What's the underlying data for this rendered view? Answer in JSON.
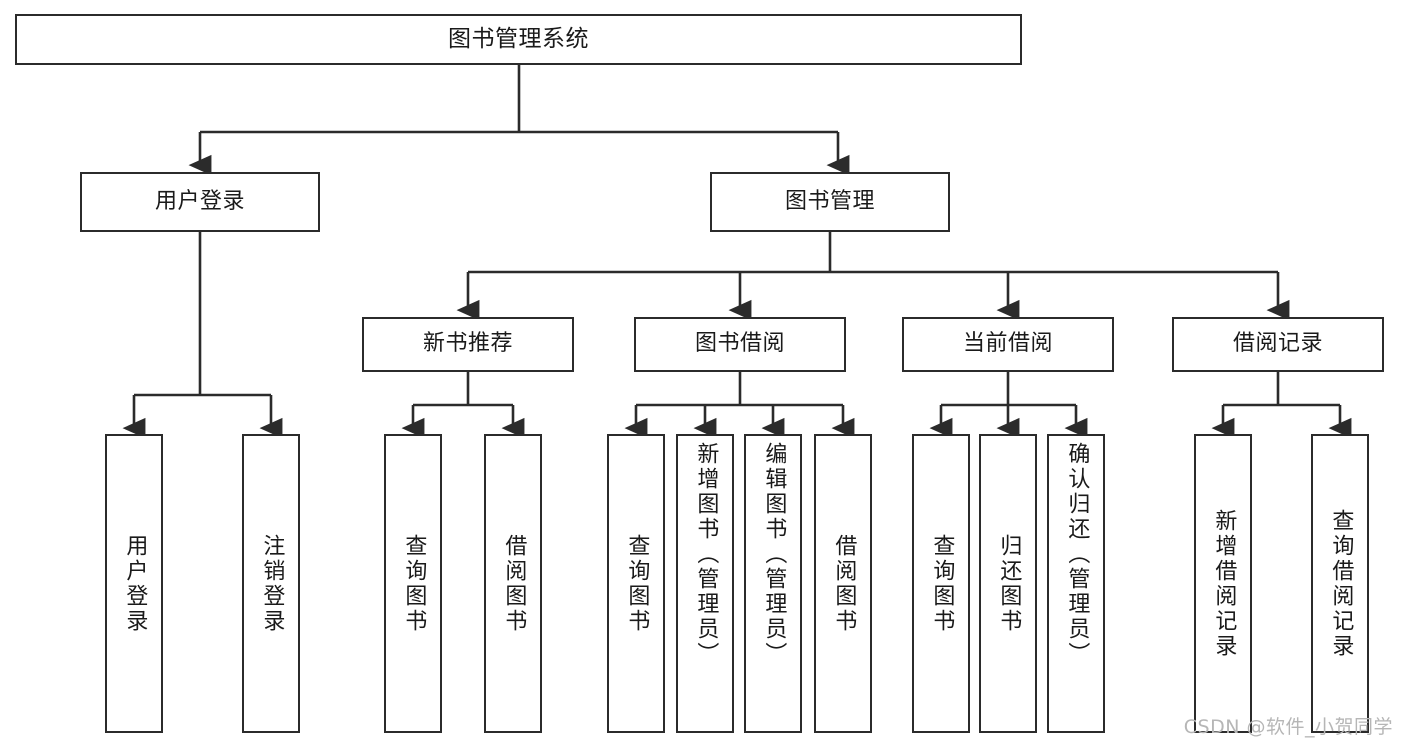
{
  "diagram": {
    "title": "图书管理系统",
    "type": "tree-hierarchy",
    "watermark": "CSDN @软件_小贺同学",
    "colors": {
      "box_border": "#2b2b2b",
      "box_fill": "#ffffff",
      "edge": "#2b2b2b",
      "text": "#1a1a1a",
      "watermark": "#b6b6b6",
      "background": "#ffffff"
    },
    "nodes": {
      "root": {
        "label": "图书管理系统"
      },
      "level2": [
        {
          "id": "user-login",
          "label": "用户登录"
        },
        {
          "id": "book-manage",
          "label": "图书管理"
        }
      ],
      "level3": [
        {
          "id": "new-book-recommend",
          "label": "新书推荐"
        },
        {
          "id": "book-borrow",
          "label": "图书借阅"
        },
        {
          "id": "current-borrow",
          "label": "当前借阅"
        },
        {
          "id": "borrow-record",
          "label": "借阅记录"
        }
      ],
      "leaves": [
        {
          "id": "leaf-user-login",
          "parent": "user-login",
          "label": "用户登录"
        },
        {
          "id": "leaf-logout",
          "parent": "user-login",
          "label": "注销登录"
        },
        {
          "id": "leaf-query-book-1",
          "parent": "new-book-recommend",
          "label": "查询图书"
        },
        {
          "id": "leaf-borrow-book-1",
          "parent": "new-book-recommend",
          "label": "借阅图书"
        },
        {
          "id": "leaf-query-book-2",
          "parent": "book-borrow",
          "label": "查询图书"
        },
        {
          "id": "leaf-add-book",
          "parent": "book-borrow",
          "label": "新增图书（管理员）"
        },
        {
          "id": "leaf-edit-book",
          "parent": "book-borrow",
          "label": "编辑图书（管理员）"
        },
        {
          "id": "leaf-borrow-book-2",
          "parent": "book-borrow",
          "label": "借阅图书"
        },
        {
          "id": "leaf-query-book-3",
          "parent": "current-borrow",
          "label": "查询图书"
        },
        {
          "id": "leaf-return-book",
          "parent": "current-borrow",
          "label": "归还图书"
        },
        {
          "id": "leaf-confirm-return",
          "parent": "current-borrow",
          "label": "确认归还（管理员）"
        },
        {
          "id": "leaf-add-record",
          "parent": "borrow-record",
          "label": "新增借阅记录"
        },
        {
          "id": "leaf-query-record",
          "parent": "borrow-record",
          "label": "查询借阅记录"
        }
      ]
    }
  }
}
